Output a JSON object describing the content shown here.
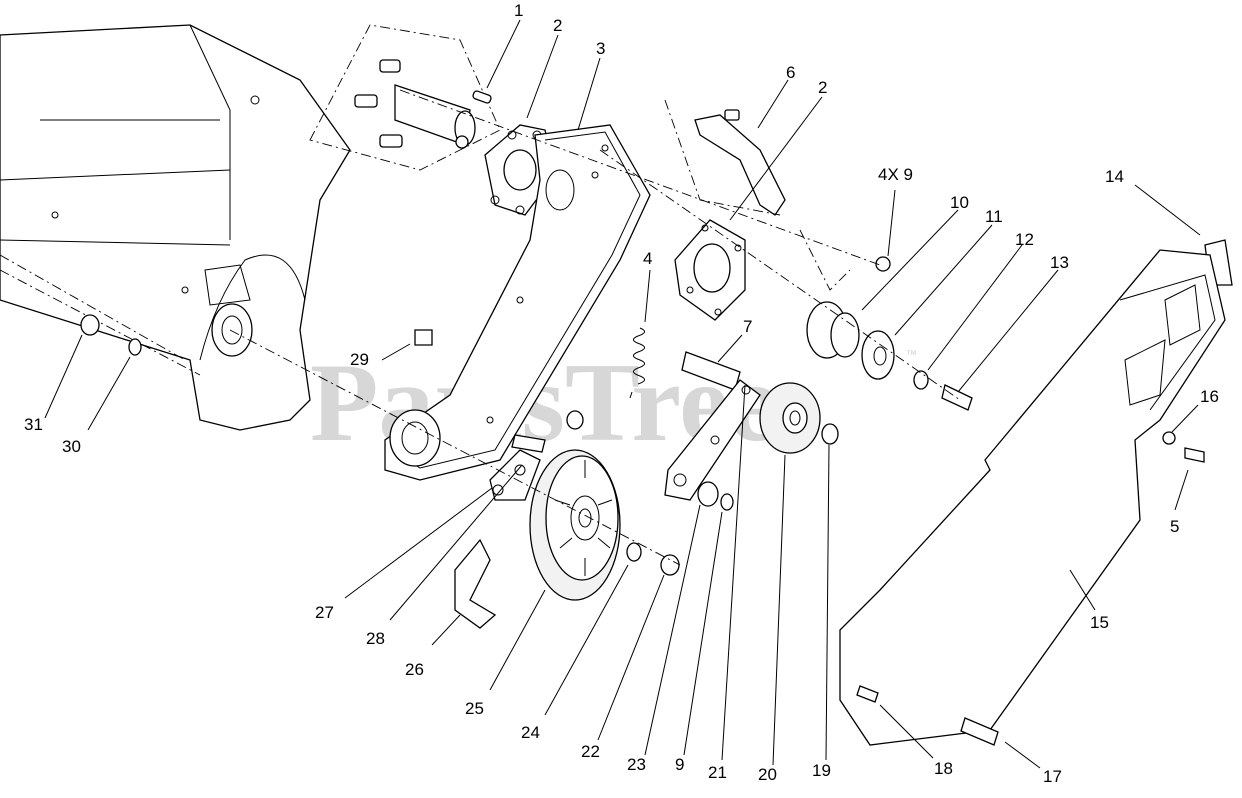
{
  "watermark": {
    "text": "PartsTree",
    "trademark": "™"
  },
  "callouts": {
    "c1": "1",
    "c2a": "2",
    "c3": "3",
    "c6": "6",
    "c2b": "2",
    "c4x9": "4X 9",
    "c10": "10",
    "c11": "11",
    "c12": "12",
    "c13": "13",
    "c14": "14",
    "c4": "4",
    "c7": "7",
    "c16": "16",
    "c5": "5",
    "c29": "29",
    "c31": "31",
    "c30": "30",
    "c15": "15",
    "c27": "27",
    "c28": "28",
    "c26": "26",
    "c25": "25",
    "c24": "24",
    "c22": "22",
    "c23": "23",
    "c9": "9",
    "c21": "21",
    "c20": "20",
    "c19": "19",
    "c18": "18",
    "c17": "17"
  }
}
